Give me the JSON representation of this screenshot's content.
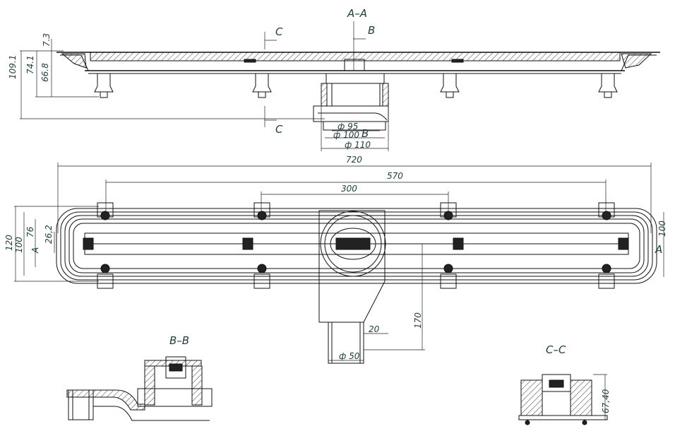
{
  "section_aa": {
    "title": "A–A",
    "cut_b": "B",
    "cut_c_top": "C",
    "cut_c_bottom": "C",
    "dia_95": "ф 95",
    "dia_100": "ф 100",
    "cut_b_label": "B",
    "dia_110": "ф 110",
    "h_7_3": "7.3",
    "h_74_1": "74.1",
    "h_66_8": "66.8",
    "h_109_1": "109.1"
  },
  "plan": {
    "len_720": "720",
    "len_570": "570",
    "len_300": "300",
    "w_120": "120",
    "w_100": "100",
    "w_76": "76",
    "w_26_2": "26,2",
    "cut_a_left": "A",
    "w_100_right": "100",
    "cut_a_right": "A",
    "len_170": "170",
    "len_20": "20",
    "dia_50": "ф 50"
  },
  "section_bb": {
    "title": "B–B"
  },
  "section_cc": {
    "title": "C–C",
    "h_67_40": "67,40"
  }
}
